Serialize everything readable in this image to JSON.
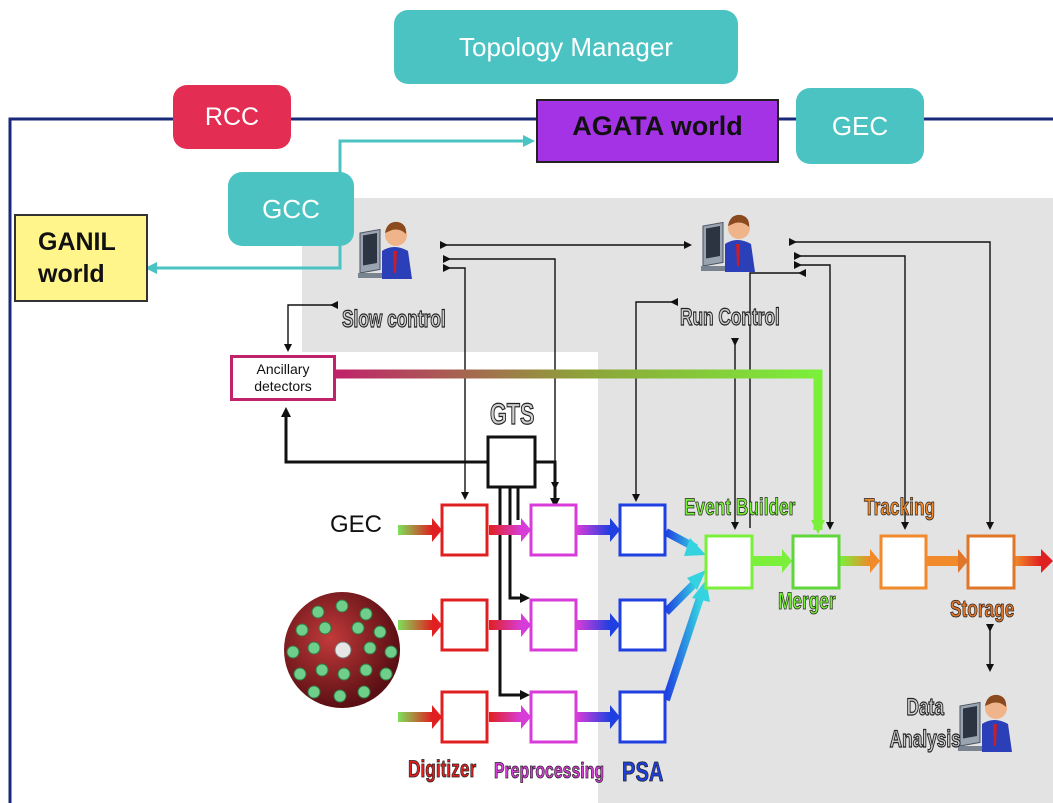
{
  "top": {
    "topology_manager": "Topology Manager",
    "rcc": "RCC",
    "agata_world": "AGATA world",
    "gec_top": "GEC",
    "gcc": "GCC",
    "ganil_world": "GANIL world"
  },
  "control": {
    "slow_control": "Slow control",
    "run_control": "Run Control",
    "ancillary": "Ancillary detectors",
    "gts": "GTS"
  },
  "chain": {
    "gec_input": "GEC",
    "event_builder": "Event Builder",
    "merger": "Merger",
    "tracking": "Tracking",
    "storage": "Storage",
    "data_analysis": "Data Analysis"
  },
  "stages": {
    "digitizer": "Digitizer",
    "preprocessing": "Preprocessing",
    "psa": "PSA"
  },
  "colors": {
    "teal": "#4cc3c3",
    "rcc": "#e32d52",
    "agata": "#a533e6",
    "ganil": "#fff58a",
    "frame": "#1a2a7a",
    "digitizer": "#e02020",
    "preprocessing": "#d83cd8",
    "psa": "#1f3fe0",
    "event_builder": "#66ee33",
    "tracking": "#f08a2a",
    "storage": "#e0762a"
  },
  "icons": [
    "operator-at-computer-icon",
    "agata-detector-sphere-icon"
  ]
}
